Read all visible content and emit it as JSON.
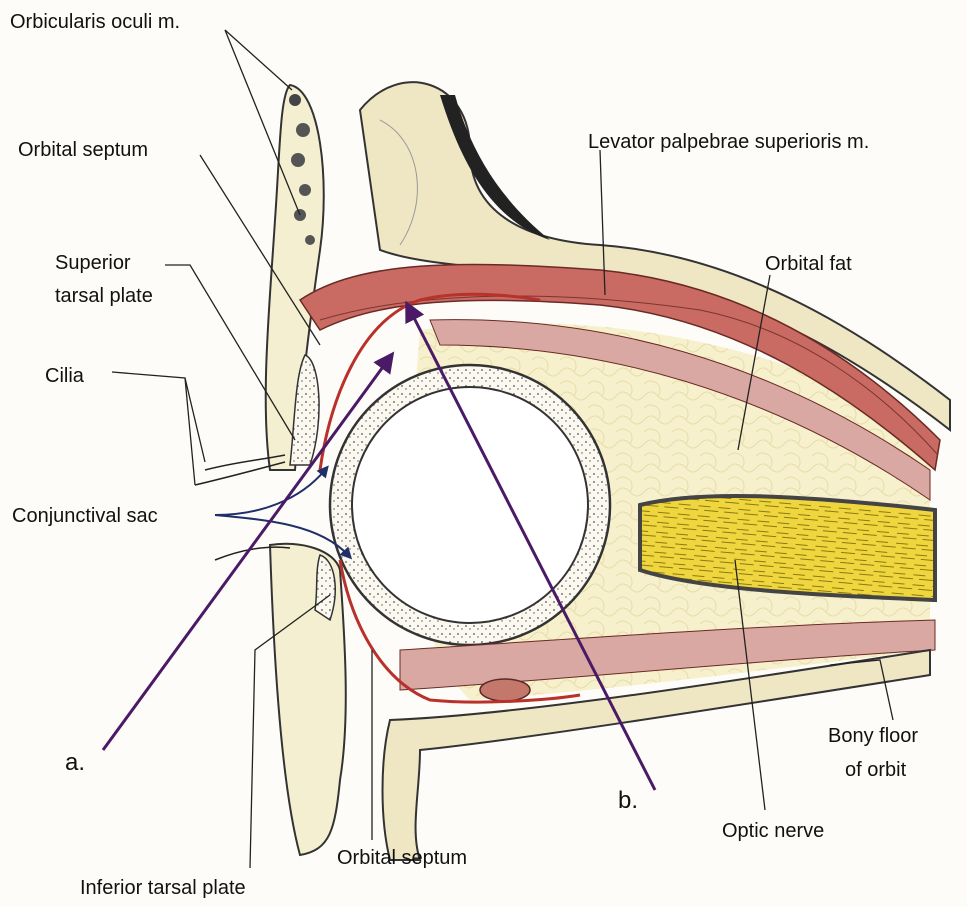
{
  "labels": {
    "orbicularis_oculi": "Orbicularis oculi m.",
    "orbital_septum_upper": "Orbital septum",
    "superior_tarsal_plate_1": "Superior",
    "superior_tarsal_plate_2": "tarsal plate",
    "cilia": "Cilia",
    "conjunctival_sac": "Conjunctival sac",
    "inferior_tarsal_plate": "Inferior tarsal plate",
    "orbital_septum_lower": "Orbital septum",
    "levator": "Levator palpebrae superioris m.",
    "orbital_fat": "Orbital fat",
    "bony_floor_1": "Bony floor",
    "bony_floor_2": "of orbit",
    "optic_nerve": "Optic nerve",
    "marker_a": "a.",
    "marker_b": "b."
  },
  "colors": {
    "fat": "#f6efc8",
    "bone": "#efe6c4",
    "muscle": "#c96b63",
    "septum_red": "#b8312b",
    "nerve": "#f0d94a",
    "arrow_purple": "#4b1a66",
    "conj_arrow": "#1f2f6a"
  }
}
